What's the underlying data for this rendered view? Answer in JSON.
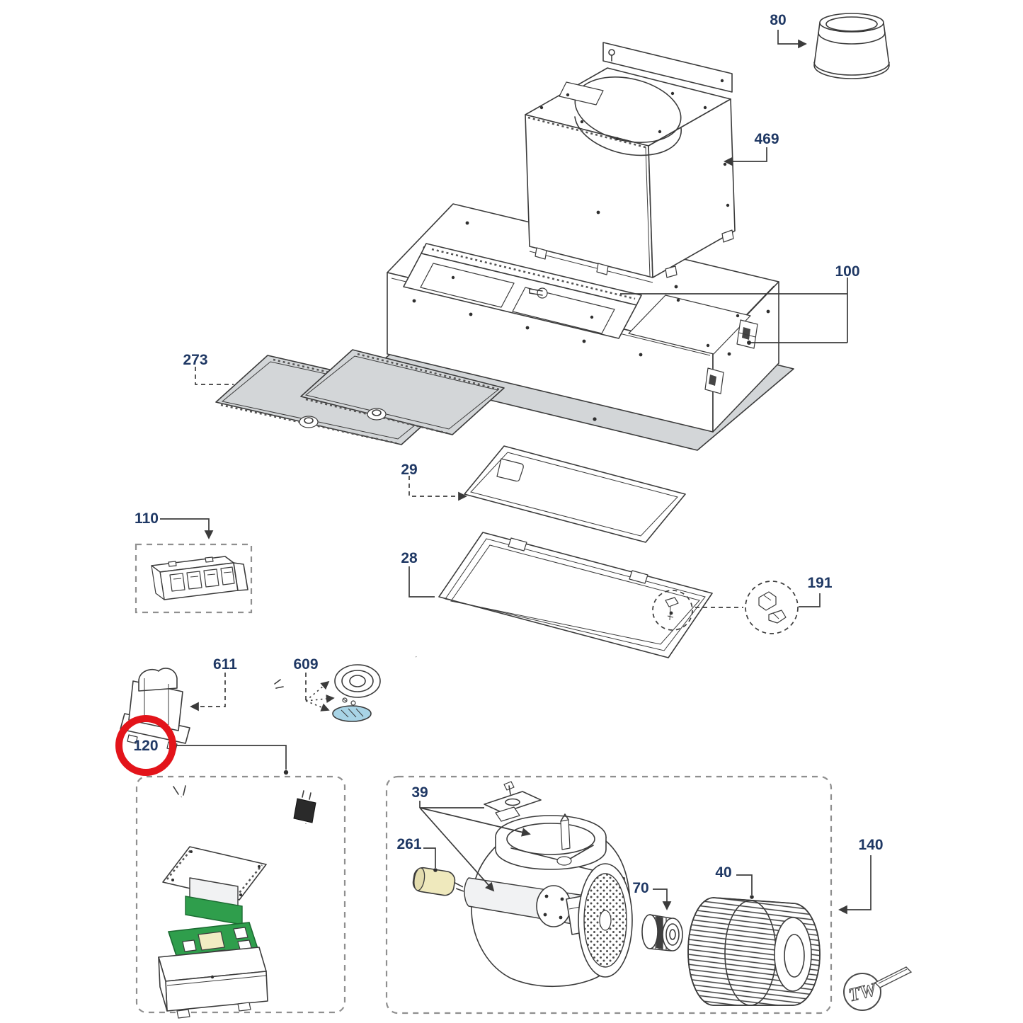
{
  "diagram": {
    "kind": "appliance-exploded-parts-diagram",
    "background": "#ffffff",
    "colors": {
      "line": "#3b3b3b",
      "label_text": "#1f3864",
      "dashed_box": "#8f8f8f",
      "highlight_red": "#e3141a",
      "panel_gray": "#d3d6d8",
      "pcb_green": "#2f9e4c",
      "relay_cream": "#f1ecc3",
      "capacitor_yellow": "#efe9bd",
      "lens_blue": "#a8d4e6"
    }
  },
  "labels": {
    "p80": "80",
    "p469": "469",
    "p100": "100",
    "p273": "273",
    "p29": "29",
    "p28": "28",
    "p110": "110",
    "p191": "191",
    "p611": "611",
    "p609": "609",
    "p120": "120",
    "p39": "39",
    "p261": "261",
    "p70": "70",
    "p40": "40",
    "p140": "140"
  },
  "logo": {
    "text": "TW"
  },
  "annotation": {
    "shape": "circle",
    "color": "#e3141a",
    "highlighted_label": "120"
  }
}
